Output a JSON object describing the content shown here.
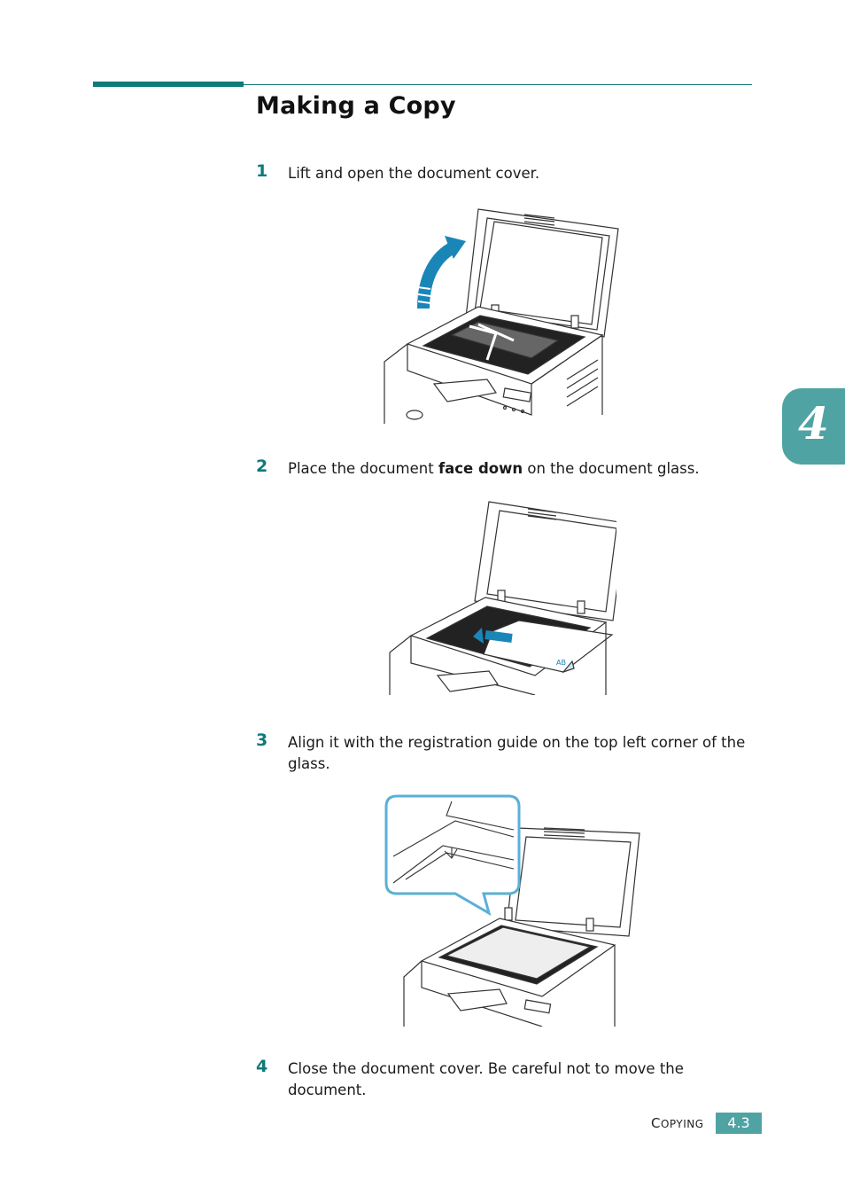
{
  "page": {
    "title": "Making a Copy",
    "chapter_number": "4",
    "footer": {
      "section_first": "C",
      "section_rest": "OPYING",
      "page_number": "4.3"
    }
  },
  "steps": [
    {
      "number": "1",
      "text": "Lift and open the document cover."
    },
    {
      "number": "2",
      "text_before": "Place the document ",
      "text_bold": "face down",
      "text_after": " on the document glass."
    },
    {
      "number": "3",
      "text": "Align it with the registration guide on the top left corner of the glass."
    },
    {
      "number": "4",
      "text": "Close the document cover. Be careful not to move the document."
    }
  ],
  "colors": {
    "accent": "#0e7a7a",
    "tab": "#4fa3a3",
    "arrow": "#1a86b8",
    "callout": "#5ab0d6"
  },
  "illustrations": {
    "fig1": {
      "icon": "open-cover-arrow-icon"
    },
    "fig2": {
      "icon": "place-document-arrow-icon",
      "paper_mark": "AB"
    },
    "fig3": {
      "icon": "registration-guide-icon"
    }
  }
}
